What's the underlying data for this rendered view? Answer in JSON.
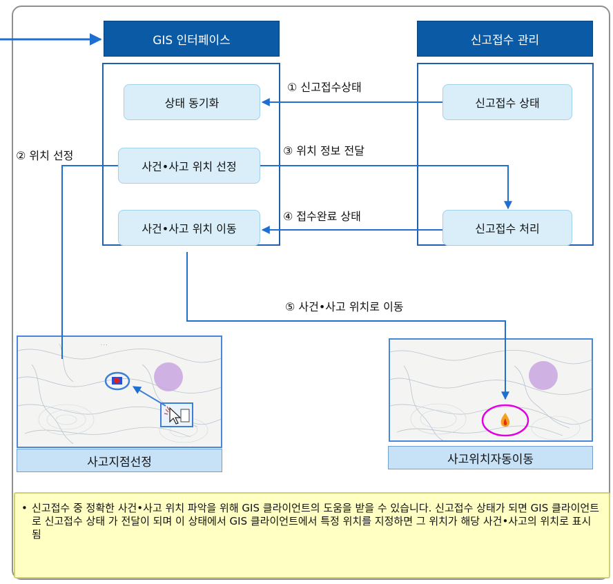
{
  "gis_interface": {
    "title": "GIS 인터페이스"
  },
  "report_mgmt": {
    "title": "신고접수 관리"
  },
  "gis_nodes": {
    "sync": "상태 동기화",
    "select": "사건•사고 위치 선정",
    "move": "사건•사고 위치 이동"
  },
  "report_nodes": {
    "status": "신고접수 상태",
    "process": "신고접수 처리"
  },
  "flows": {
    "f1": "① 신고접수상태",
    "f2": "② 위치 선정",
    "f3": "③ 위치 정보 전달",
    "f4": "④ 접수완료 상태",
    "f5": "⑤ 사건•사고 위치로 이동"
  },
  "captions": {
    "left": "사고지점선정",
    "right": "사고위치자동이동"
  },
  "note": "신고접수 중 정확한 사건•사고 위치 파악을 위해 GIS 클라이언트의  도움을 받을 수 있습니다. 신고접수 상태가 되면 GIS 클라이언트로 신고접수 상태 가 전달이 되며 이 상태에서 GIS 클라이언트에서 특정 위치를 지정하면 그 위치가 해당 사건•사고의 위치로 표시됨",
  "colors": {
    "header": "#0b5aa6",
    "node": "#d9eef9",
    "arrow": "#1f6fd1",
    "note_bg": "#ffffc4",
    "circle": "#e000e0"
  }
}
